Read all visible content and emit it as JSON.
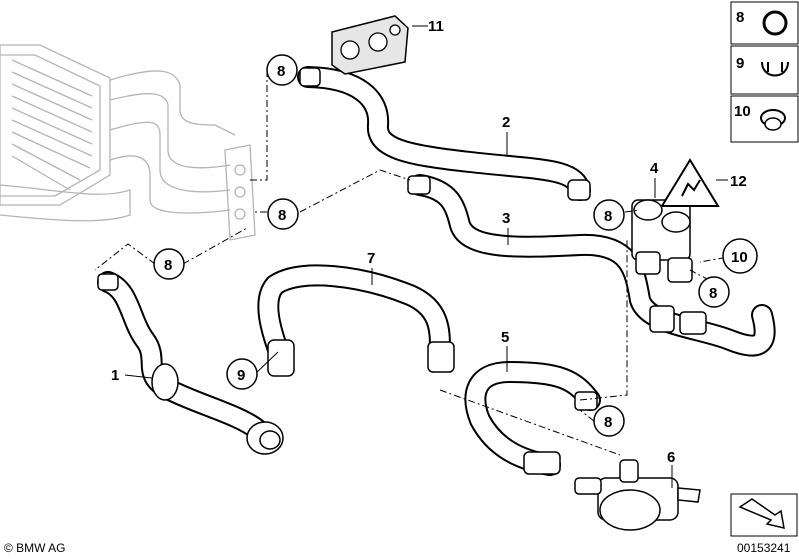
{
  "parts": [
    {
      "id": "part-1",
      "label": "1"
    },
    {
      "id": "part-2",
      "label": "2"
    },
    {
      "id": "part-3",
      "label": "3"
    },
    {
      "id": "part-4",
      "label": "4"
    },
    {
      "id": "part-5",
      "label": "5"
    },
    {
      "id": "part-6",
      "label": "6"
    },
    {
      "id": "part-7",
      "label": "7"
    },
    {
      "id": "part-11",
      "label": "11"
    },
    {
      "id": "part-12",
      "label": "12"
    }
  ],
  "callouts": {
    "clamp": "8",
    "clip": "9",
    "grommet": "10"
  },
  "legend": {
    "item_8": "8",
    "item_9": "9",
    "item_10": "10"
  },
  "footer": {
    "copyright": "© BMW AG",
    "diagram_number": "00153241"
  }
}
